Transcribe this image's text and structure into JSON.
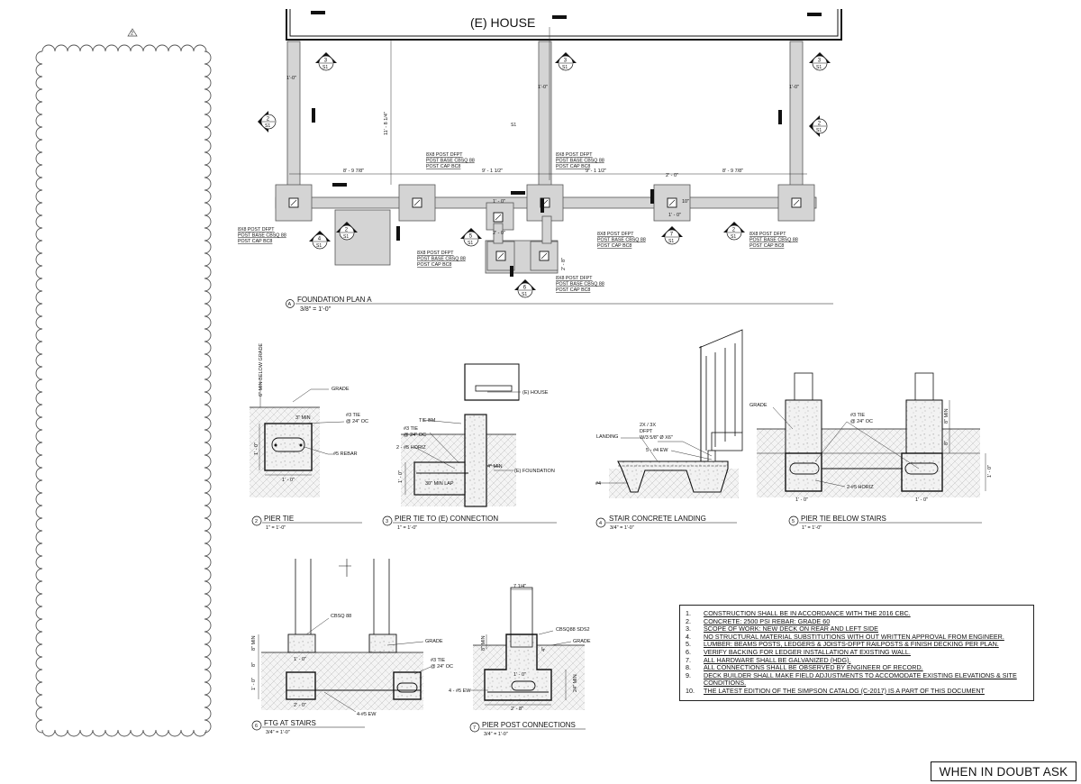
{
  "plan": {
    "house_label": "(E) HOUSE",
    "title": "FOUNDATION PLAN A",
    "title_marker": "A",
    "scale": "3/8\" = 1'-0\"",
    "dims": {
      "w1": "1'-0\"",
      "w2": "1'-0\"",
      "w3": "1'-0\"",
      "span_left": "8' - 9 7/8\"",
      "span_mid": "9' - 1 1/2\"",
      "span_mid2": "9' - 1 1/2\"",
      "span_right": "8' - 9 7/8\"",
      "vert": "11' - 8 1/4\"",
      "small1": "1' - 0\"",
      "small2": "2' - 0\"",
      "small3": "2' - 0\"",
      "small4": "2' - 8\"",
      "small5": "10\"",
      "ctr": "1' - 0\""
    },
    "post_note": [
      "8X8 POST DFPT",
      "POST BASE CBSQ 88",
      "POST CAP BC8"
    ],
    "section_refs": {
      "s3": "3",
      "s2": "2",
      "s4": "4",
      "s5": "5",
      "s6": "6",
      "s7": "7",
      "sheet": "S1"
    }
  },
  "details": {
    "d2": {
      "num": "2",
      "title": "PIER TIE",
      "scale": "1\" = 1'-0\"",
      "labels": {
        "grade": "GRADE",
        "depth": "6\" MIN BELOW GRADE",
        "min": "3\" MIN",
        "tie": "#3 TIE",
        "oc": "@ 24\" OC",
        "rebar": "#5 REBAR",
        "w": "1' - 0\"",
        "h": "1' - 0\""
      }
    },
    "d3": {
      "num": "3",
      "title": "PIER TIE TO (E) CONNECTION",
      "scale": "1\" = 1'-0\"",
      "labels": {
        "house": "(E) HOUSE",
        "tiebm": "TIE BM",
        "tie": "#3 TIE",
        "oc": "@ 24\" OC",
        "horiz": "2 - #5 HORIZ",
        "min": "4\" MIN",
        "found": "(E) FOUNDATION",
        "lap": "30\" MIN LAP",
        "h": "1' - 0\""
      }
    },
    "d4": {
      "num": "4",
      "title": "STAIR CONCRETE LANDING",
      "scale": "3/4\" = 1'-0\"",
      "labels": {
        "landing": "LANDING",
        "lumber": "2X / 3X",
        "dfpt": "DFPT",
        "bolt": "W/3 5/8\" Ø X6\"",
        "ew": "5 - #4 EW",
        "bar": "#4"
      }
    },
    "d5": {
      "num": "5",
      "title": "PIER TIE BELOW STAIRS",
      "scale": "1\" = 1'-0\"",
      "labels": {
        "grade": "GRADE",
        "tie": "#3 TIE",
        "oc": "@ 24\" OC",
        "horiz": "2-#5 HORIZ",
        "w1": "1' - 0\"",
        "w2": "1' - 0\"",
        "h1": "8\" MIN",
        "h2": "8\"",
        "h3": "1' - 0\""
      }
    },
    "d6": {
      "num": "6",
      "title": "FTG AT STAIRS",
      "scale": "3/4\" = 1'-0\"",
      "labels": {
        "cbsq": "CBSQ 88",
        "grade": "GRADE",
        "tie": "#3 TIE",
        "oc": "@ 24\" OC",
        "ew": "4-#5 EW",
        "w1": "1' - 0\"",
        "w2": "2' - 0\"",
        "h1": "8\" MIN",
        "h2": "8\"",
        "h3": "1' - 0\""
      }
    },
    "d7": {
      "num": "7",
      "title": "PIER POST CONNECTIONS",
      "scale": "3/4\" = 1'-0\"",
      "labels": {
        "top": "7 1/4\"",
        "cbsq": "CBSQ88 SDS2",
        "grade": "GRADE",
        "ew": "4 - #5 EW",
        "w1": "1' - 0\"",
        "w2": "2' - 8\"",
        "h1": "8\" MIN",
        "h2": "4\"",
        "h3": "24\" MIN"
      }
    }
  },
  "revision_tag": "2",
  "notes": [
    {
      "n": "1.",
      "t": "CONSTRUCTION SHALL BE IN ACCORDANCE WITH THE 2016 CBC."
    },
    {
      "n": "2.",
      "t": "CONCRETE: 2500 PSI     REBAR: GRADE 60"
    },
    {
      "n": "3.",
      "t": "SCOPE OF WORK: NEW DECK ON REAR AND LEFT SIDE"
    },
    {
      "n": "4.",
      "t": "NO STRUCTURAL MATERIAL SUBSTITUTIONS WITH OUT WRITTEN APPROVAL FROM ENGINEER."
    },
    {
      "n": "5.",
      "t": "LUMBER: BEAMS POSTS, LEDGERS & JOISTS-DFPT  RAILPOSTS & FINISH DECKING PER PLAN."
    },
    {
      "n": "6.",
      "t": "VERIFY BACKING FOR LEDGER INSTALLATION AT EXISTING  WALL."
    },
    {
      "n": "7.",
      "t": "ALL HARDWARE SHALL BE GALVANIZED (HDG)."
    },
    {
      "n": "8.",
      "t": "ALL CONNECTIONS SHALL BE OBSERVED BY ENGINEER OF RECORD."
    },
    {
      "n": "9.",
      "t": "DECK BUILDER SHALL MAKE FIELD ADJUSTMENTS TO ACCOMODATE EXISTING ELEVATIONS & SITE CONDITIONS."
    },
    {
      "n": "10.",
      "t": "THE LATEST EDITION OF THE SIMPSON CATALOG (C-2017) IS A PART OF THIS DOCUMENT"
    }
  ],
  "stamp": "WHEN IN DOUBT ASK"
}
